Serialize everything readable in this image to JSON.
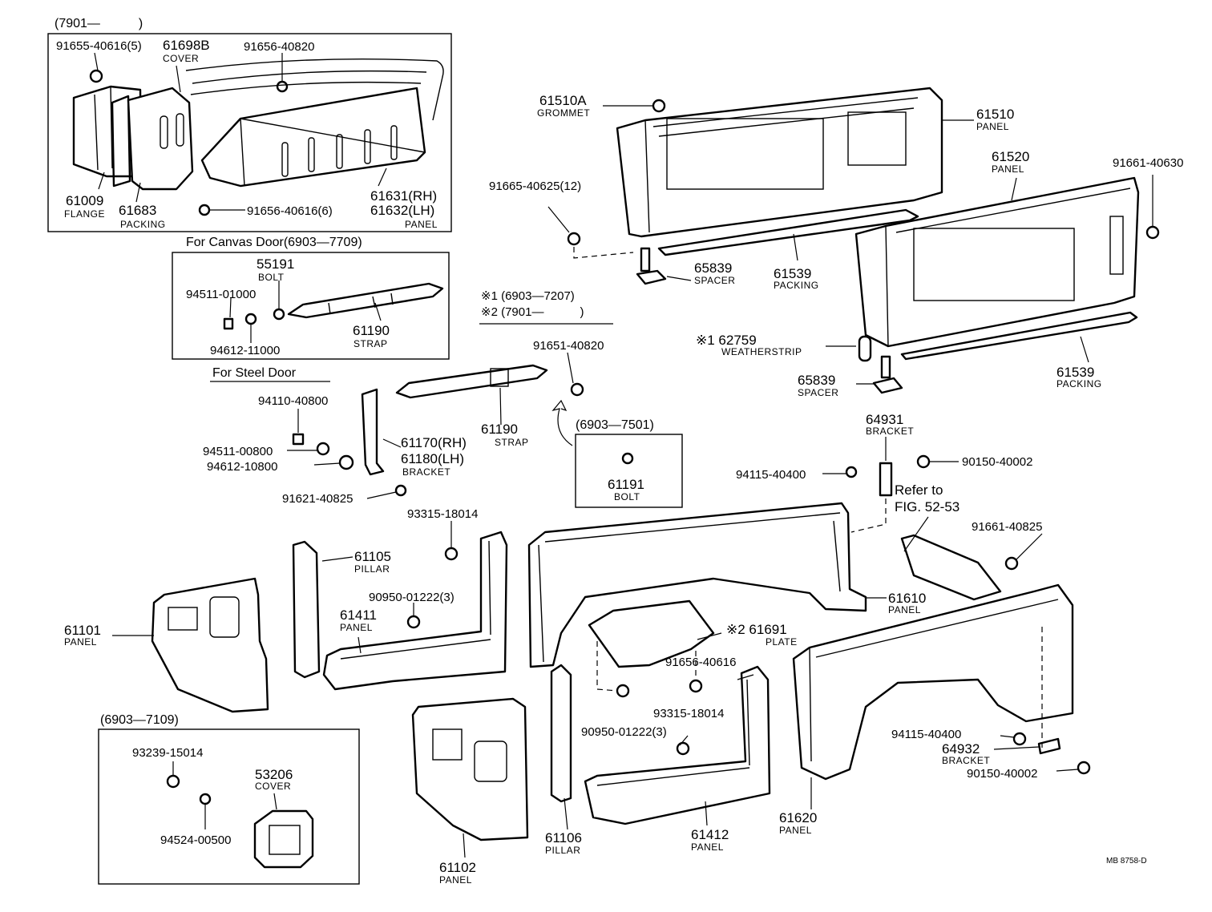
{
  "inset_7901": {
    "header": "(7901—　　　)",
    "parts": [
      {
        "number": "91655-40616(5)"
      },
      {
        "number": "61698B",
        "name": "COVER"
      },
      {
        "number": "91656-40820"
      },
      {
        "number": "61009",
        "name": "FLANGE"
      },
      {
        "number": "61683",
        "name": "PACKING"
      },
      {
        "number": "91656-40616(6)"
      },
      {
        "number": "61631(RH)"
      },
      {
        "number": "61632(LH)",
        "name": "PANEL"
      }
    ]
  },
  "canvas_door": {
    "header": "For Canvas Door(6903—7709)",
    "parts": [
      {
        "number": "55191",
        "name": "BOLT"
      },
      {
        "number": "94511-01000"
      },
      {
        "number": "94612-11000"
      },
      {
        "number": "61190",
        "name": "STRAP"
      }
    ]
  },
  "steel_door": {
    "header": "For Steel Door",
    "parts": [
      {
        "number": "94110-40800"
      },
      {
        "number": "94511-00800"
      },
      {
        "number": "94612-10800"
      },
      {
        "number": "61170(RH)"
      },
      {
        "number": "61180(LH)",
        "name": "BRACKET"
      },
      {
        "number": "61190",
        "name": "STRAP"
      },
      {
        "number": "91621-40825"
      },
      {
        "number": "91651-40820"
      }
    ]
  },
  "notes": {
    "note1": "※1 (6903—7207)",
    "note2": "※2 (7901—　　　)"
  },
  "inset_7501": {
    "header": "(6903—7501)",
    "parts": [
      {
        "number": "61191",
        "name": "BOLT"
      }
    ]
  },
  "inset_7109": {
    "header": "(6903—7109)",
    "parts": [
      {
        "number": "93239-15014"
      },
      {
        "number": "53206",
        "name": "COVER"
      },
      {
        "number": "94524-00500"
      }
    ]
  },
  "rear_parts": [
    {
      "number": "61510A",
      "name": "GROMMET"
    },
    {
      "number": "61510",
      "name": "PANEL"
    },
    {
      "number": "61520",
      "name": "PANEL"
    },
    {
      "number": "91661-40630"
    },
    {
      "number": "91665-40625(12)"
    },
    {
      "number": "65839",
      "name": "SPACER"
    },
    {
      "number": "61539",
      "name": "PACKING"
    },
    {
      "number": "※1 62759",
      "name": "WEATHERSTRIP"
    },
    {
      "number": "65839",
      "name": "SPACER"
    },
    {
      "number": "61539",
      "name": "PACKING"
    }
  ],
  "side_parts": [
    {
      "number": "64931",
      "name": "BRACKET"
    },
    {
      "number": "94115-40400"
    },
    {
      "number": "90150-40002"
    },
    {
      "number": "Refer to"
    },
    {
      "number": "FIG. 52-53"
    },
    {
      "number": "91661-40825"
    },
    {
      "number": "61610",
      "name": "PANEL"
    },
    {
      "number": "※2 61691",
      "name": "PLATE"
    },
    {
      "number": "91656-40616"
    },
    {
      "number": "93315-18014"
    },
    {
      "number": "93315-18014"
    },
    {
      "number": "61105",
      "name": "PILLAR"
    },
    {
      "number": "90950-01222(3)"
    },
    {
      "number": "61411",
      "name": "PANEL"
    },
    {
      "number": "61101",
      "name": "PANEL"
    },
    {
      "number": "90950-01222(3)"
    },
    {
      "number": "94115-40400"
    },
    {
      "number": "64932",
      "name": "BRACKET"
    },
    {
      "number": "90150-40002"
    },
    {
      "number": "61620",
      "name": "PANEL"
    },
    {
      "number": "61412",
      "name": "PANEL"
    },
    {
      "number": "61106",
      "name": "PILLAR"
    },
    {
      "number": "61102",
      "name": "PANEL"
    }
  ],
  "footer": "MB 8758-D"
}
